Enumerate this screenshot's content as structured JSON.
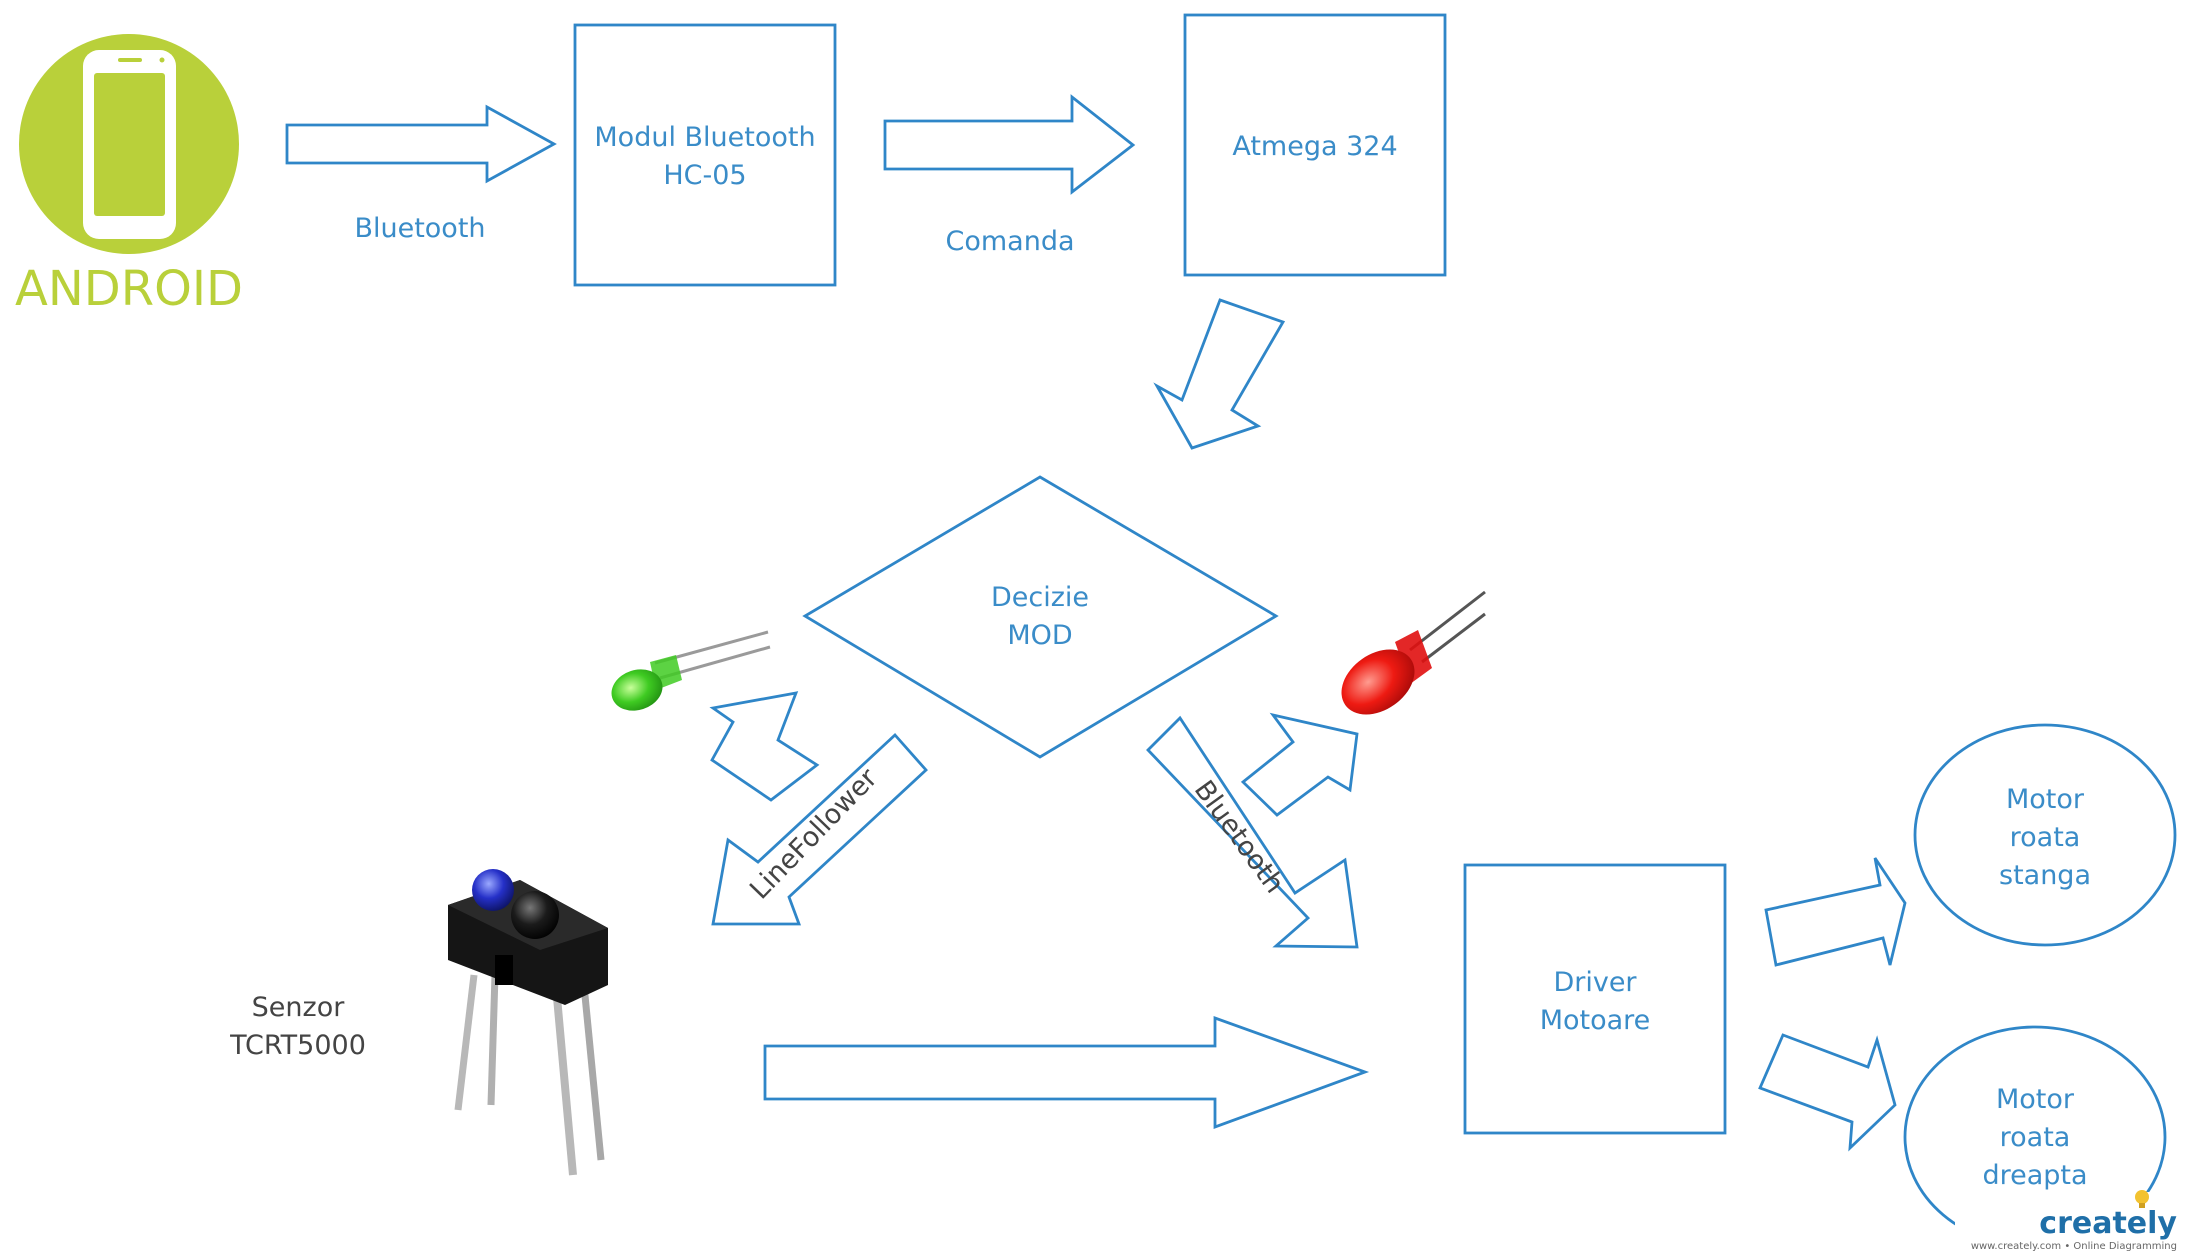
{
  "colors": {
    "accent": "#2f86c8",
    "label_text": "#3a8cc8",
    "android_green": "#b9d03a",
    "sensor_label_text": "#444444"
  },
  "android": {
    "logo_text": "ANDROID",
    "icon": "smartphone-icon"
  },
  "nodes": {
    "bluetooth_module": {
      "line1": "Modul Bluetooth",
      "line2": "HC-05"
    },
    "mcu": {
      "label": "Atmega 324"
    },
    "decision": {
      "line1": "Decizie",
      "line2": "MOD"
    },
    "driver": {
      "line1": "Driver",
      "line2": "Motoare"
    },
    "motor_left": {
      "line1": "Motor",
      "line2": "roata",
      "line3": "stanga"
    },
    "motor_right": {
      "line1": "Motor",
      "line2": "roata",
      "line3": "dreapta"
    },
    "sensor": {
      "line1": "Senzor",
      "line2": "TCRT5000"
    }
  },
  "arrow_labels": {
    "bluetooth": "Bluetooth",
    "comanda": "Comanda",
    "linefollower": "LineFollower",
    "bluetooth_mode": "Bluetooth"
  },
  "images": {
    "green_led": "green-led-icon",
    "red_led": "red-led-icon",
    "sensor": "ir-sensor-icon"
  },
  "watermark": {
    "brand": "creately",
    "tagline": "www.creately.com • Online Diagramming"
  }
}
